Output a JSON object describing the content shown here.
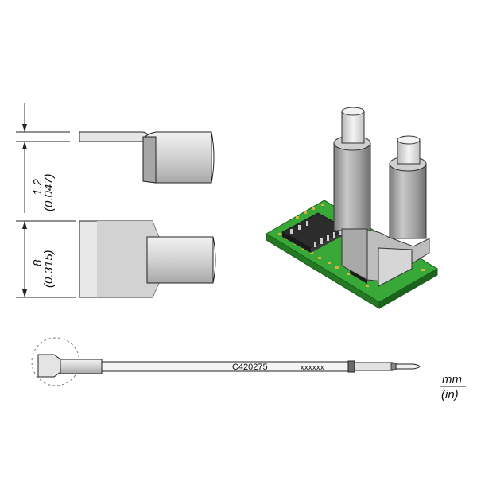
{
  "dimensions": {
    "thickness_mm": "1.2",
    "thickness_in": "(0.047)",
    "width_mm": "8",
    "width_in": "(0.315)"
  },
  "cartridge": {
    "part_number": "C420275",
    "code": "xxxxxx"
  },
  "units": {
    "primary": "mm",
    "secondary": "(in)"
  },
  "colors": {
    "metal_light": "#e4e4e4",
    "metal_mid": "#b7b7b7",
    "metal_dark": "#8c8c8c",
    "pcb_green": "#2f9e2f",
    "pcb_dark": "#1e6e1e",
    "chip": "#2a2a2a",
    "pad_gold": "#d7b53a"
  }
}
